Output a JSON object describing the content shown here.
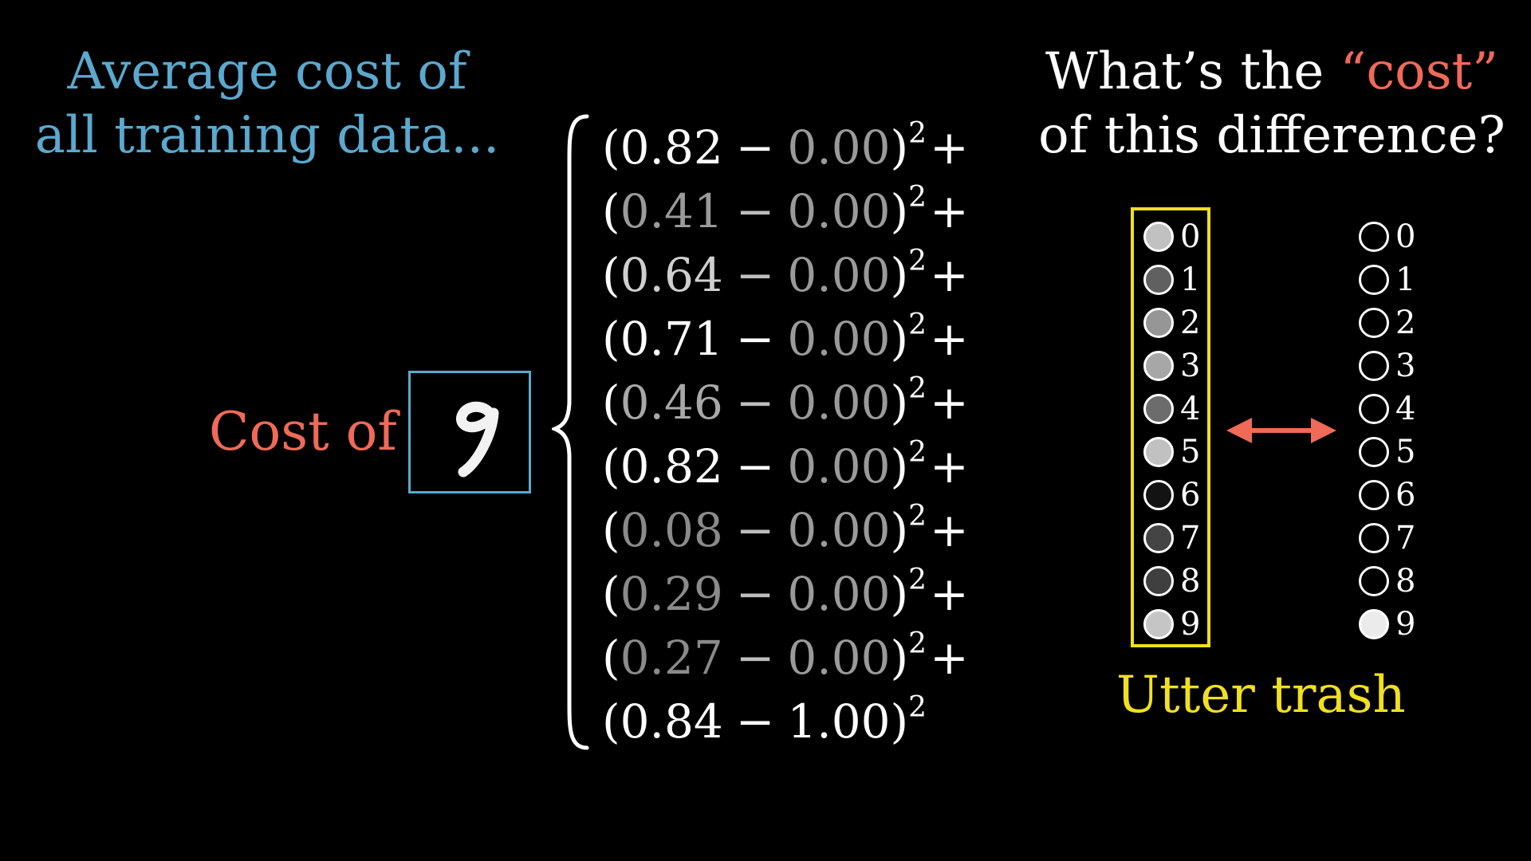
{
  "heading": {
    "line1": "Average cost of",
    "line2": "all training data..."
  },
  "question": {
    "part1": "What’s the ",
    "cost_word": "“cost”",
    "line2": "of this difference?"
  },
  "cost_label": "Cost of",
  "digit_image": "handwritten-9",
  "terms": [
    {
      "output": "0.82",
      "target": "0.00",
      "output_gray": "#ffffff",
      "target_gray": "#9a9a9a",
      "exp": "2",
      "plus": "+"
    },
    {
      "output": "0.41",
      "target": "0.00",
      "output_gray": "#9a9a9a",
      "target_gray": "#9a9a9a",
      "exp": "2",
      "plus": "+"
    },
    {
      "output": "0.64",
      "target": "0.00",
      "output_gray": "#cfcfcf",
      "target_gray": "#9a9a9a",
      "exp": "2",
      "plus": "+"
    },
    {
      "output": "0.71",
      "target": "0.00",
      "output_gray": "#ffffff",
      "target_gray": "#9a9a9a",
      "exp": "2",
      "plus": "+"
    },
    {
      "output": "0.46",
      "target": "0.00",
      "output_gray": "#a8a8a8",
      "target_gray": "#9a9a9a",
      "exp": "2",
      "plus": "+"
    },
    {
      "output": "0.82",
      "target": "0.00",
      "output_gray": "#ffffff",
      "target_gray": "#9a9a9a",
      "exp": "2",
      "plus": "+"
    },
    {
      "output": "0.08",
      "target": "0.00",
      "output_gray": "#8a8a8a",
      "target_gray": "#9a9a9a",
      "exp": "2",
      "plus": "+"
    },
    {
      "output": "0.29",
      "target": "0.00",
      "output_gray": "#8a8a8a",
      "target_gray": "#9a9a9a",
      "exp": "2",
      "plus": "+"
    },
    {
      "output": "0.27",
      "target": "0.00",
      "output_gray": "#8a8a8a",
      "target_gray": "#9a9a9a",
      "exp": "2",
      "plus": "+"
    },
    {
      "output": "0.84",
      "target": "1.00",
      "output_gray": "#ffffff",
      "target_gray": "#ffffff",
      "exp": "2",
      "plus": ""
    }
  ],
  "output_layer": {
    "labels": [
      "0",
      "1",
      "2",
      "3",
      "4",
      "5",
      "6",
      "7",
      "8",
      "9"
    ],
    "activations": [
      0.82,
      0.41,
      0.64,
      0.71,
      0.46,
      0.82,
      0.08,
      0.29,
      0.27,
      0.84
    ],
    "box_color": "#f0e020"
  },
  "target_layer": {
    "labels": [
      "0",
      "1",
      "2",
      "3",
      "4",
      "5",
      "6",
      "7",
      "8",
      "9"
    ],
    "activations": [
      0,
      0,
      0,
      0,
      0,
      0,
      0,
      0,
      0,
      1
    ]
  },
  "arrow_color": "#f06a58",
  "trash_label": "Utter trash"
}
